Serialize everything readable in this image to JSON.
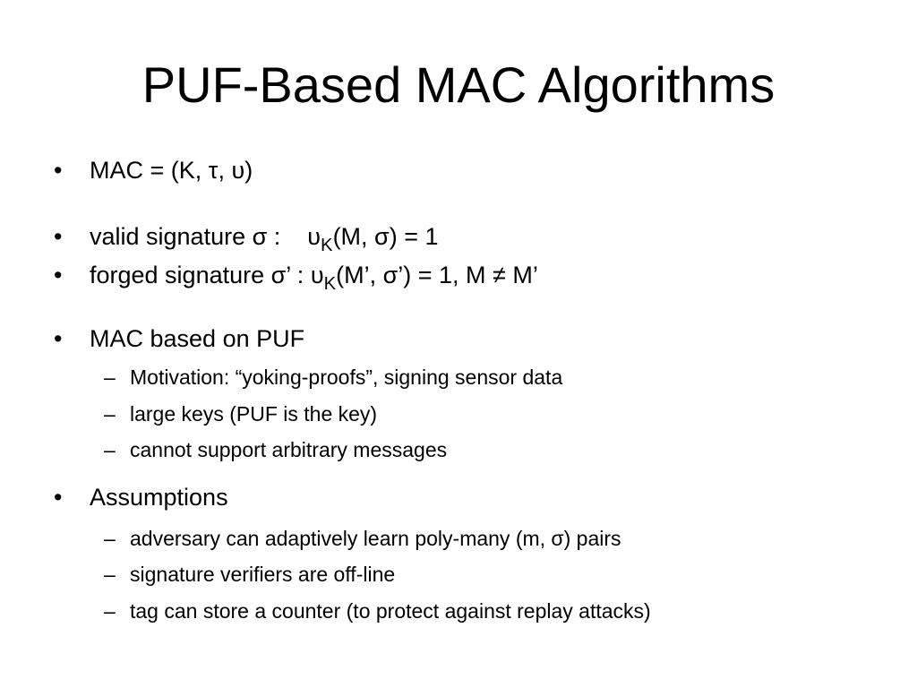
{
  "slide": {
    "title": "PUF-Based MAC Algorithms",
    "bullet_symbol": "•",
    "dash_symbol": "–",
    "mac_def": "MAC = (K, τ, υ)",
    "valid": {
      "label": "valid signature σ :",
      "func": "υ",
      "sub": "K",
      "expr": "(M, σ) = 1"
    },
    "forged": {
      "label": "forged signature σ’ :",
      "func": "υ",
      "sub": "K",
      "expr_a": "(M’, σ’) = 1, M ",
      "neq": "≠",
      "expr_b": " M’"
    },
    "mac_puf": {
      "label": "MAC based on PUF",
      "items": [
        "Motivation: “yoking-proofs”, signing sensor data",
        "large keys (PUF is the key)",
        "cannot support arbitrary messages"
      ]
    },
    "assumptions": {
      "label": "Assumptions",
      "items": [
        "adversary can adaptively learn poly-many (m, σ) pairs",
        "signature verifiers are off-line",
        "tag can store a counter (to protect against replay attacks)"
      ]
    }
  }
}
